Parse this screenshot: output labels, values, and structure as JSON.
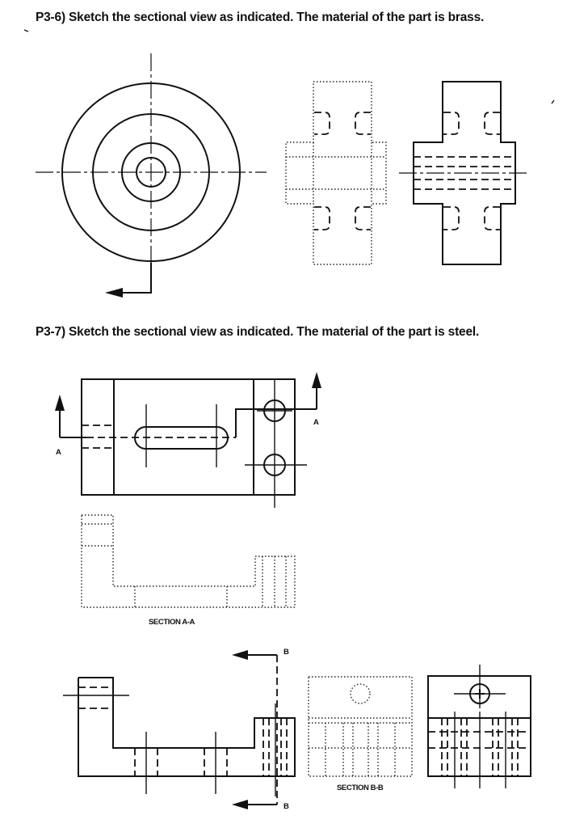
{
  "problems": [
    {
      "id": "P3-6)",
      "text": " Sketch the sectional view as indicated. The material of the part is brass."
    },
    {
      "id": "P3-7)",
      "text": " Sketch the sectional view as indicated. The material of the part is steel."
    }
  ],
  "labels": {
    "a_left": "A",
    "a_right": "A",
    "section_aa": "SECTION A-A",
    "b_top": "B",
    "b_bottom": "B",
    "section_bb": "SECTION B-B"
  }
}
